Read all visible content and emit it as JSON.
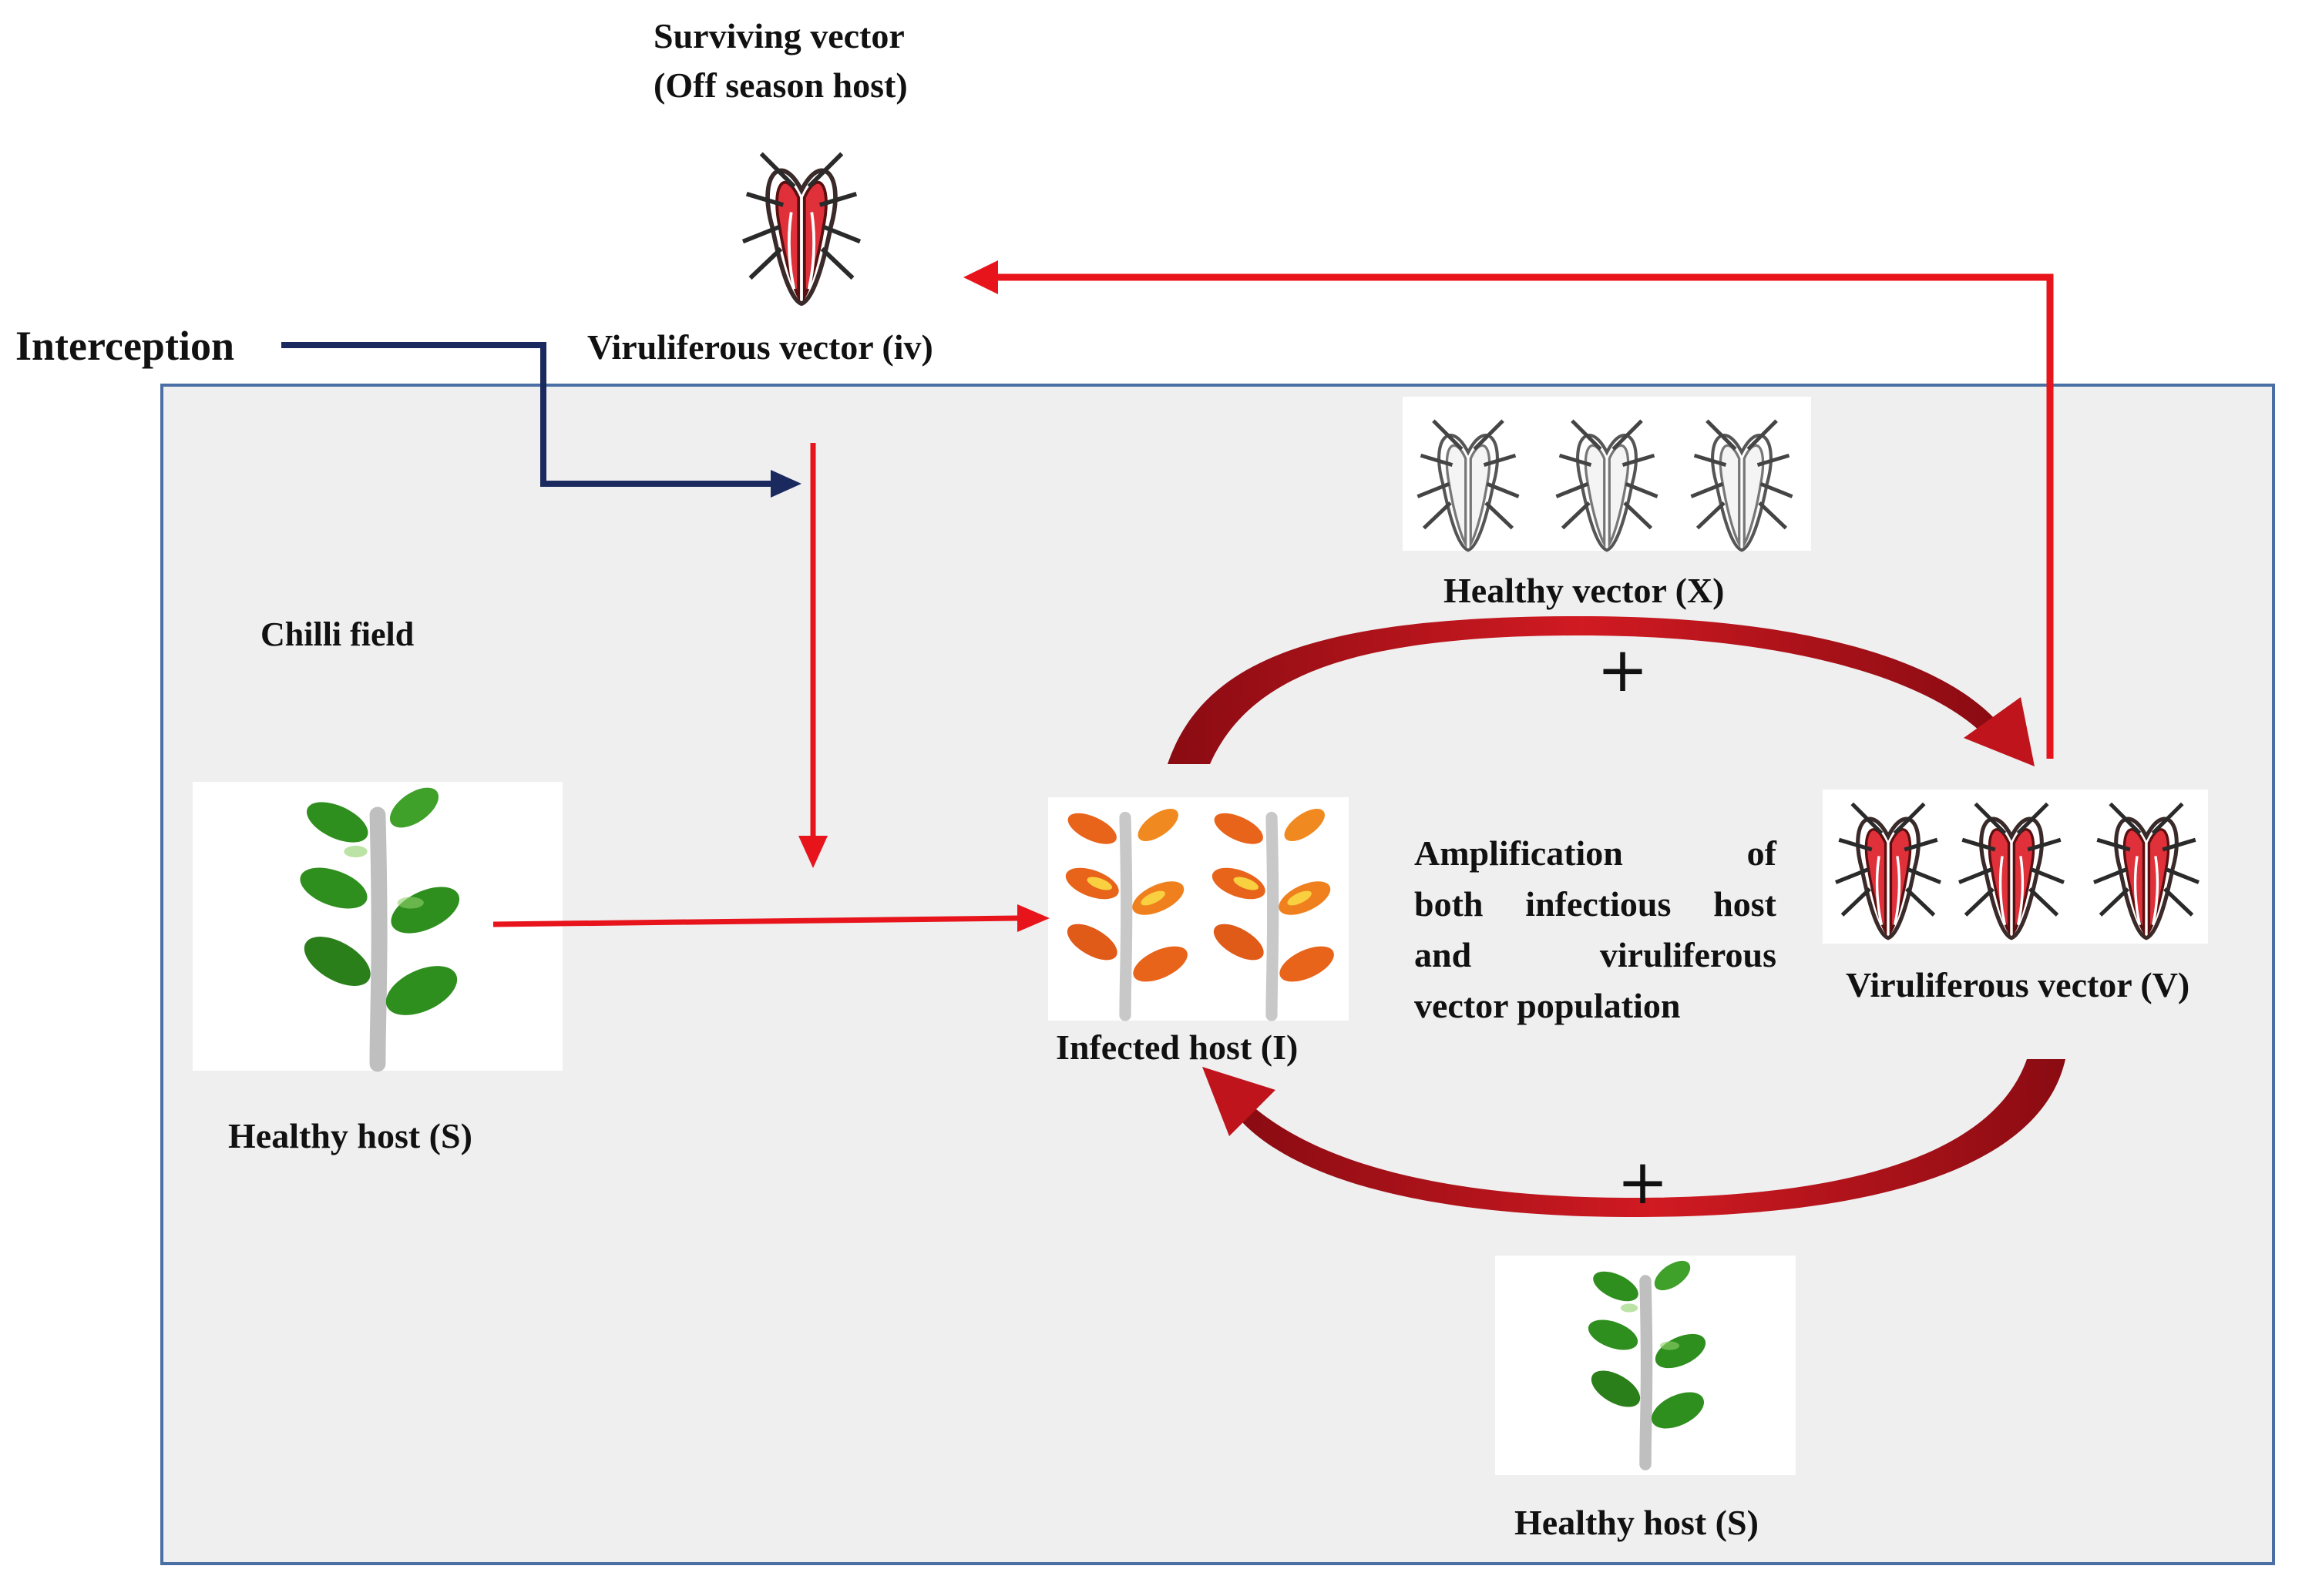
{
  "labels": {
    "surviving_vector": "Surviving vector",
    "off_season_host": "(Off season host)",
    "viruliferous_vector_iv": "Viruliferous vector (iv)",
    "interception": "Interception",
    "chilli_field": "Chilli field",
    "healthy_vector_x": "Healthy vector (X)",
    "healthy_host_s_left": "Healthy host (S)",
    "infected_host_i": "Infected host (I)",
    "amplification_line1": "Amplification of",
    "amplification_line2": "both infectious host",
    "amplification_line3": "and viruliferous",
    "amplification_line4": "vector population",
    "viruliferous_vector_v": "Viruliferous vector (V)",
    "healthy_host_s_bottom": "Healthy host (S)",
    "plus_top": "+",
    "plus_bottom": "+"
  },
  "colors": {
    "field_fill": "#efeff0",
    "field_border": "#4a6fa5",
    "red_arrow": "#e8141c",
    "navy_arrow": "#1a2a5e",
    "cycle_arrow": "#b0121a",
    "leaf_green": "#2f8f1e",
    "leaf_infected": "#e8641a"
  },
  "icons": [
    "insect-icon",
    "plant-icon",
    "infected-plant-icon"
  ]
}
